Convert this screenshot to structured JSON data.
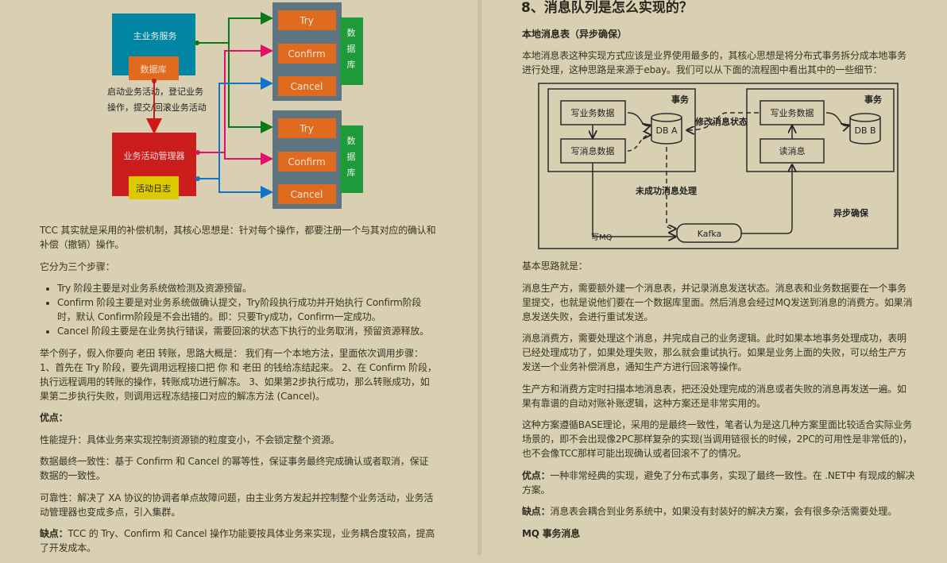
{
  "left": {
    "diagram": {
      "main_service": "主业务服务",
      "database": "数据库",
      "note_line1": "启动业务活动，登记业务",
      "note_line2": "操作，提交/回滚业务活动",
      "activity_manager": "业务活动管理器",
      "activity_log": "活动日志",
      "try": "Try",
      "confirm": "Confirm",
      "cancel": "Cancel",
      "db_vertical": [
        "数",
        "据",
        "库"
      ],
      "colors": {
        "teal": "#0086a3",
        "orange": "#e06b1e",
        "red": "#cc1d1d",
        "yellow": "#dcc900",
        "slate": "#5e7480",
        "green": "#1e9a3a",
        "arrow_green": "#0a7a18",
        "arrow_pink": "#e0106a",
        "arrow_blue": "#1072c8"
      }
    },
    "p1": "TCC 其实就是采用的补偿机制，其核心思想是：针对每个操作，都要注册一个与其对应的确认和补偿（撤销）操作。",
    "p2": "它分为三个步骤：",
    "bullets": [
      "Try 阶段主要是对业务系统做检测及资源预留。",
      "Confirm 阶段主要是对业务系统做确认提交，Try阶段执行成功并开始执行 Confirm阶段时，默认 Confirm阶段是不会出错的。即：只要Try成功，Confirm一定成功。",
      "Cancel 阶段主要是在业务执行错误，需要回滚的状态下执行的业务取消，预留资源释放。"
    ],
    "p3": "举个例子，假入你要向 老田 转账，思路大概是： 我们有一个本地方法，里面依次调用步骤： 1、首先在 Try 阶段，要先调用远程接口把 你 和 老田 的钱给冻结起来。 2、在 Confirm 阶段，执行远程调用的转账的操作，转账成功进行解冻。 3、如果第2步执行成功，那么转账成功，如果第二步执行失败，则调用远程冻结接口对应的解冻方法 (Cancel)。",
    "pros_label": "优点：",
    "pros": [
      "性能提升：具体业务来实现控制资源锁的粒度变小，不会锁定整个资源。",
      "数据最终一致性：基于 Confirm 和 Cancel 的幂等性，保证事务最终完成确认或者取消，保证数据的一致性。",
      "可靠性：解决了 XA 协议的协调者单点故障问题，由主业务方发起并控制整个业务活动，业务活动管理器也变成多点，引入集群。"
    ],
    "cons_label": "缺点：",
    "cons": "TCC 的 Try、Confirm 和 Cancel 操作功能要按具体业务来实现，业务耦合度较高，提高了开发成本。"
  },
  "right": {
    "title": "8、消息队列是怎么实现的？",
    "subtitle": "本地消息表（异步确保）",
    "intro": "本地消息表这种实现方式应该是业界使用最多的，其核心思想是将分布式事务拆分成本地事务进行处理，这种思路是来源于ebay。我们可以从下面的流程图中看出其中的一些细节：",
    "diagram": {
      "tx": "事务",
      "write_biz": "写业务数据",
      "write_msg": "写消息数据",
      "db_a": "DB A",
      "db_b": "DB B",
      "read_msg": "读消息",
      "update_status": "修改消息状态",
      "unsuccessful": "未成功消息处理",
      "async": "异步确保",
      "kafka": "Kafka",
      "write_mq": "写MQ"
    },
    "basic": "基本思路就是：",
    "paras": [
      "消息生产方，需要额外建一个消息表，并记录消息发送状态。消息表和业务数据要在一个事务里提交，也就是说他们要在一个数据库里面。然后消息会经过MQ发送到消息的消费方。如果消息发送失败，会进行重试发送。",
      "消息消费方，需要处理这个消息，并完成自己的业务逻辑。此时如果本地事务处理成功，表明已经处理成功了，如果处理失败，那么就会重试执行。如果是业务上面的失败，可以给生产方发送一个业务补偿消息，通知生产方进行回滚等操作。",
      "生产方和消费方定时扫描本地消息表，把还没处理完成的消息或者失败的消息再发送一遍。如果有靠谱的自动对账补账逻辑，这种方案还是非常实用的。",
      "这种方案遵循BASE理论，采用的是最终一致性，笔者认为是这几种方案里面比较适合实际业务场景的，即不会出现像2PC那样复杂的实现(当调用链很长的时候，2PC的可用性是非常低的)，也不会像TCC那样可能出现确认或者回滚不了的情况。"
    ],
    "pros_label": "优点：",
    "pros": "一种非常经典的实现，避免了分布式事务，实现了最终一致性。在 .NET中 有现成的解决方案。",
    "cons_label": "缺点：",
    "cons": "消息表会耦合到业务系统中，如果没有封装好的解决方案，会有很多杂活需要处理。",
    "next_heading": "MQ 事务消息"
  }
}
